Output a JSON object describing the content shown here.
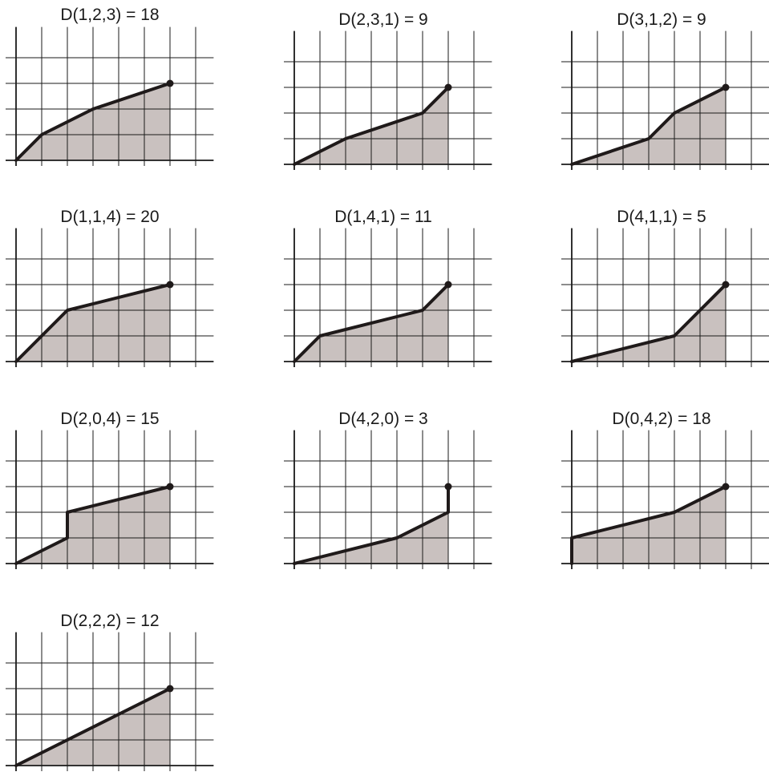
{
  "colors": {
    "fill": "#c9c1bf",
    "path": "#1f1a1a",
    "grid": "#1a1a1a",
    "background": "#ffffff"
  },
  "panels": [
    {
      "title": "D(1,2,3) = 18",
      "path": [
        [
          0,
          0
        ],
        [
          1,
          1
        ],
        [
          3,
          2
        ],
        [
          6,
          3
        ]
      ]
    },
    {
      "title": "D(2,3,1) = 9",
      "path": [
        [
          0,
          0
        ],
        [
          2,
          1
        ],
        [
          5,
          2
        ],
        [
          6,
          3
        ]
      ]
    },
    {
      "title": "D(3,1,2) = 9",
      "path": [
        [
          0,
          0
        ],
        [
          3,
          1
        ],
        [
          4,
          2
        ],
        [
          6,
          3
        ]
      ]
    },
    {
      "title": "D(1,1,4) = 20",
      "path": [
        [
          0,
          0
        ],
        [
          2,
          2
        ],
        [
          6,
          3
        ]
      ]
    },
    {
      "title": "D(1,4,1) = 11",
      "path": [
        [
          0,
          0
        ],
        [
          1,
          1
        ],
        [
          5,
          2
        ],
        [
          6,
          3
        ]
      ]
    },
    {
      "title": "D(4,1,1) = 5",
      "path": [
        [
          0,
          0
        ],
        [
          4,
          1
        ],
        [
          6,
          3
        ]
      ]
    },
    {
      "title": "D(2,0,4) = 15",
      "path": [
        [
          0,
          0
        ],
        [
          2,
          1
        ],
        [
          2,
          2
        ],
        [
          6,
          3
        ]
      ]
    },
    {
      "title": "D(4,2,0) = 3",
      "path": [
        [
          0,
          0
        ],
        [
          4,
          1
        ],
        [
          6,
          2
        ],
        [
          6,
          3
        ]
      ]
    },
    {
      "title": "D(0,4,2) = 18",
      "path": [
        [
          0,
          0
        ],
        [
          0,
          1
        ],
        [
          4,
          2
        ],
        [
          6,
          3
        ]
      ]
    },
    {
      "title": "D(2,2,2) = 12",
      "path": [
        [
          0,
          0
        ],
        [
          6,
          3
        ]
      ]
    }
  ]
}
